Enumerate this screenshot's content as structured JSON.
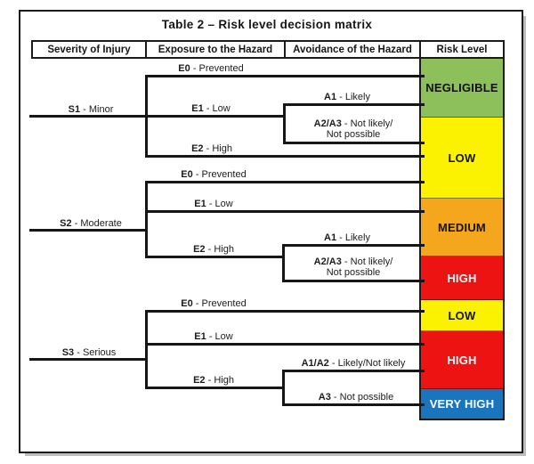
{
  "title": "Table 2 – Risk level decision matrix",
  "header": {
    "columns": [
      "Severity of Injury",
      "Exposure to the Hazard",
      "Avoidance of the Hazard",
      "Risk Level"
    ]
  },
  "sections": [
    {
      "entry": {
        "code": "S1",
        "desc": "- Minor"
      },
      "e0": {
        "code": "E0",
        "desc": "- Prevented"
      },
      "e1": {
        "code": "E1",
        "desc": "- Low"
      },
      "e2": {
        "code": "E2",
        "desc": "- High"
      },
      "a_top": {
        "code": "A1",
        "desc": "- Likely"
      },
      "a_bottom": {
        "code": "A2/A3",
        "desc": "- Not likely/",
        "desc2": "Not possible"
      }
    },
    {
      "entry": {
        "code": "S2",
        "desc": "- Moderate"
      },
      "e0": {
        "code": "E0",
        "desc": "- Prevented"
      },
      "e1": {
        "code": "E1",
        "desc": "- Low"
      },
      "e2": {
        "code": "E2",
        "desc": "- High"
      },
      "a_top": {
        "code": "A1",
        "desc": "- Likely"
      },
      "a_bottom": {
        "code": "A2/A3",
        "desc": "- Not likely/",
        "desc2": "Not possible"
      }
    },
    {
      "entry": {
        "code": "S3",
        "desc": "- Serious"
      },
      "e0": {
        "code": "E0",
        "desc": "- Prevented"
      },
      "e1": {
        "code": "E1",
        "desc": "- Low"
      },
      "e2": {
        "code": "E2",
        "desc": "- High"
      },
      "a_top": {
        "code": "A1/A2",
        "desc": "- Likely/Not likely"
      },
      "a_bottom": {
        "code": "A3",
        "desc": "- Not possible"
      }
    }
  ],
  "risk_column": {
    "blocks": [
      {
        "label": "NEGLIGIBLE",
        "bg": "#8dc05a",
        "fg": "#111111"
      },
      {
        "label": "LOW",
        "bg": "#faf200",
        "fg": "#111111"
      },
      {
        "label": "MEDIUM",
        "bg": "#f4a71d",
        "fg": "#111111"
      },
      {
        "label": "HIGH",
        "bg": "#ed1313",
        "fg": "#ffffff"
      },
      {
        "label": "LOW",
        "bg": "#faf200",
        "fg": "#111111"
      },
      {
        "label": "HIGH",
        "bg": "#ed1313",
        "fg": "#ffffff"
      },
      {
        "label": "VERY HIGH",
        "bg": "#1b75bc",
        "fg": "#ffffff"
      }
    ]
  }
}
